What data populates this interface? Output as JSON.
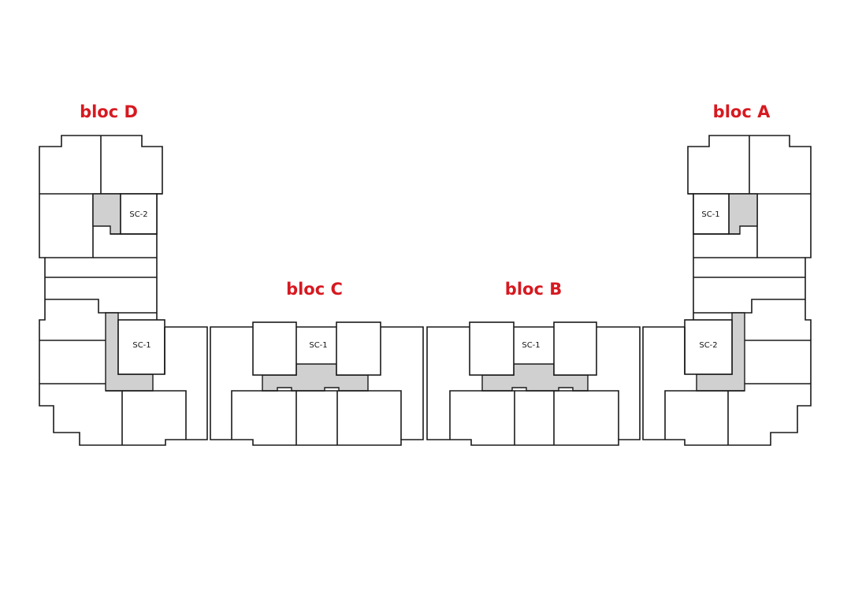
{
  "colors": {
    "title": "#d71920",
    "core": "#d0d0d0",
    "wall": "#1a1a1a",
    "background": "#ffffff"
  },
  "blocks": {
    "d": {
      "title": "bloc D",
      "stair_upper": "SC-2",
      "stair_lower": "SC-1"
    },
    "c": {
      "title": "bloc C",
      "stair": "SC-1"
    },
    "b": {
      "title": "bloc B",
      "stair": "SC-1"
    },
    "a": {
      "title": "bloc A",
      "stair_upper": "SC-1",
      "stair_lower": "SC-2"
    }
  }
}
